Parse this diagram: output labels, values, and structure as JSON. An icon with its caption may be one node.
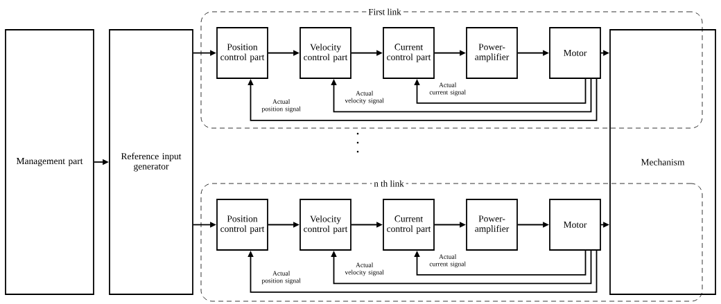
{
  "diagram": {
    "nodes": [
      {
        "text": [
          "Management part"
        ]
      },
      {
        "text": [
          "Reference input generator"
        ]
      },
      {
        "text": [
          "First link"
        ]
      },
      {
        "text": [
          "Position control part"
        ],
        "in": 2
      },
      {
        "text": [
          "Velocity control part"
        ],
        "in": 2
      },
      {
        "text": [
          "Current control part"
        ],
        "in": 2
      },
      {
        "text": [
          "Power-amplifier"
        ],
        "in": 2
      },
      {
        "text": [
          "Motor"
        ],
        "in": 2
      },
      {
        "text": [
          "n th  link"
        ]
      },
      {
        "text": [
          "Position control part"
        ],
        "in": 8
      },
      {
        "text": [
          "Velocity control part"
        ],
        "in": 8
      },
      {
        "text": [
          "Current control part"
        ],
        "in": 8
      },
      {
        "text": [
          "Power-amplifier"
        ],
        "in": 8
      },
      {
        "text": [
          "Motor"
        ],
        "in": 8
      },
      {
        "text": [
          "Mechanism"
        ]
      }
    ],
    "edges": [
      {
        "from": 0,
        "to": 1,
        "arrow": "to"
      },
      {
        "from": 1,
        "to": 3,
        "arrow": "to"
      },
      {
        "from": 3,
        "to": 4,
        "arrow": "to"
      },
      {
        "from": 4,
        "to": 5,
        "arrow": "to"
      },
      {
        "from": 5,
        "to": 6,
        "arrow": "to"
      },
      {
        "from": 6,
        "to": 7,
        "arrow": "to"
      },
      {
        "from": 7,
        "to": 14,
        "arrow": "to"
      },
      {
        "from": 7,
        "to": 5,
        "arrow": "to",
        "label": "Actual current signal"
      },
      {
        "from": 7,
        "to": 4,
        "arrow": "to",
        "label": "Actual velocity signal"
      },
      {
        "from": 7,
        "to": 3,
        "arrow": "to",
        "label": "Actual position signal"
      },
      {
        "from": 1,
        "to": 9,
        "arrow": "to"
      },
      {
        "from": 9,
        "to": 10,
        "arrow": "to"
      },
      {
        "from": 10,
        "to": 11,
        "arrow": "to"
      },
      {
        "from": 11,
        "to": 12,
        "arrow": "to"
      },
      {
        "from": 12,
        "to": 13,
        "arrow": "to"
      },
      {
        "from": 13,
        "to": 14,
        "arrow": "to"
      },
      {
        "from": 13,
        "to": 11,
        "arrow": "to",
        "label": "Actual current signal"
      },
      {
        "from": 13,
        "to": 10,
        "arrow": "to",
        "label": "Actual velocity signal"
      },
      {
        "from": 13,
        "to": 9,
        "arrow": "to",
        "label": "Actual position signal"
      }
    ]
  }
}
